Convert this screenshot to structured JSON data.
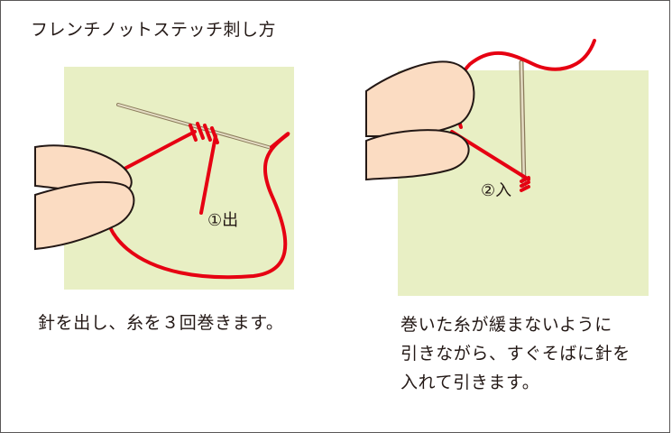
{
  "title": "フレンチノットステッチ刺し方",
  "steps": [
    {
      "label": "①出",
      "caption": "針を出し、糸を３回巻きます。"
    },
    {
      "label": "②入",
      "caption": "巻いた糸が緩まないように\n引きながら、すぐそばに針を\n入れて引きます。"
    }
  ],
  "colors": {
    "fabric": "#e8efc4",
    "thread": "#e60012",
    "skin": "#fbdcc2",
    "outline": "#231815",
    "needle": "#c9b68e",
    "frame": "#595757"
  }
}
